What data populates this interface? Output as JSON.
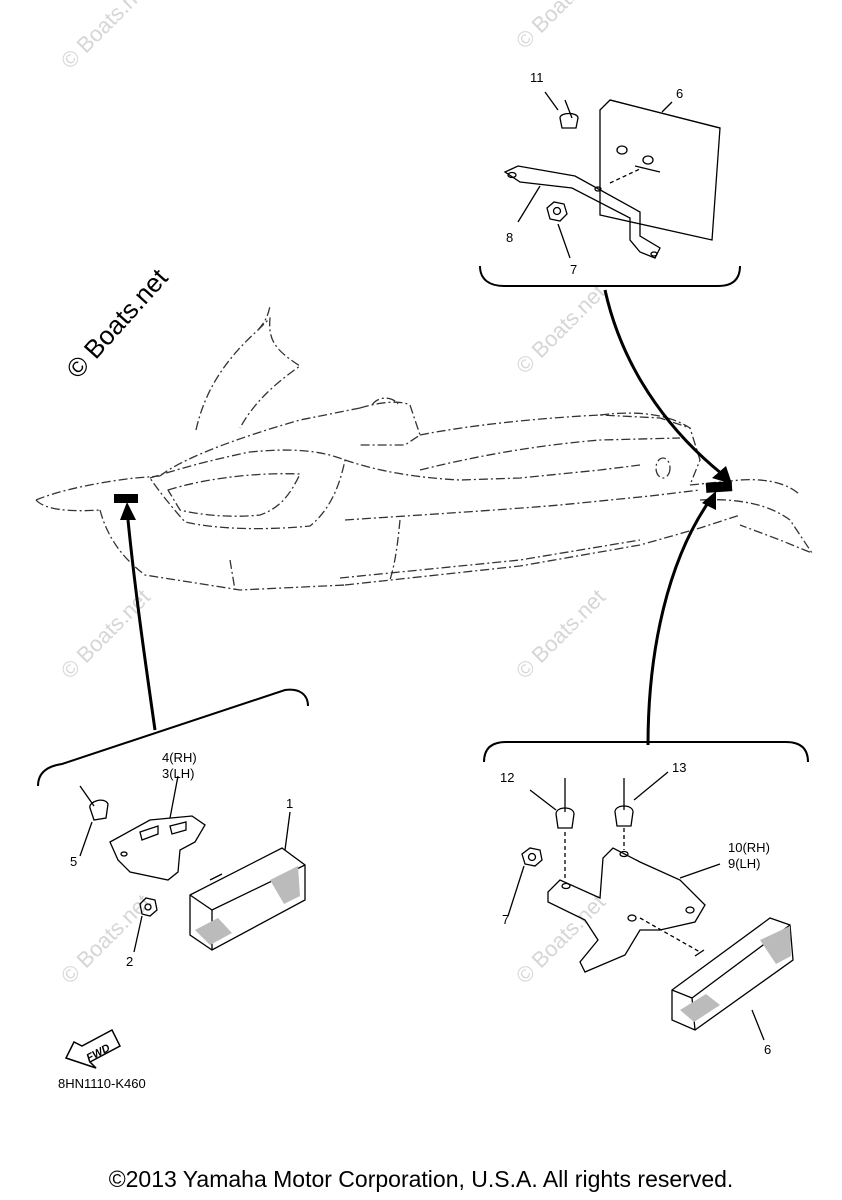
{
  "watermark": {
    "large": "© Boats.net",
    "small": "© Boats.net"
  },
  "callouts": {
    "c1": "1",
    "c2": "2",
    "c3": "3(LH)",
    "c4": "4(RH)",
    "c5": "5",
    "c6_top": "6",
    "c6_bottom": "6",
    "c7_top": "7",
    "c7_bottom": "7",
    "c8": "8",
    "c9": "9(LH)",
    "c10": "10(RH)",
    "c11": "11",
    "c12": "12",
    "c13": "13"
  },
  "fwd_label": "FWD",
  "part_number": "8HN1110-K460",
  "copyright": "©2013 Yamaha Motor Corporation, U.S.A. All rights reserved."
}
